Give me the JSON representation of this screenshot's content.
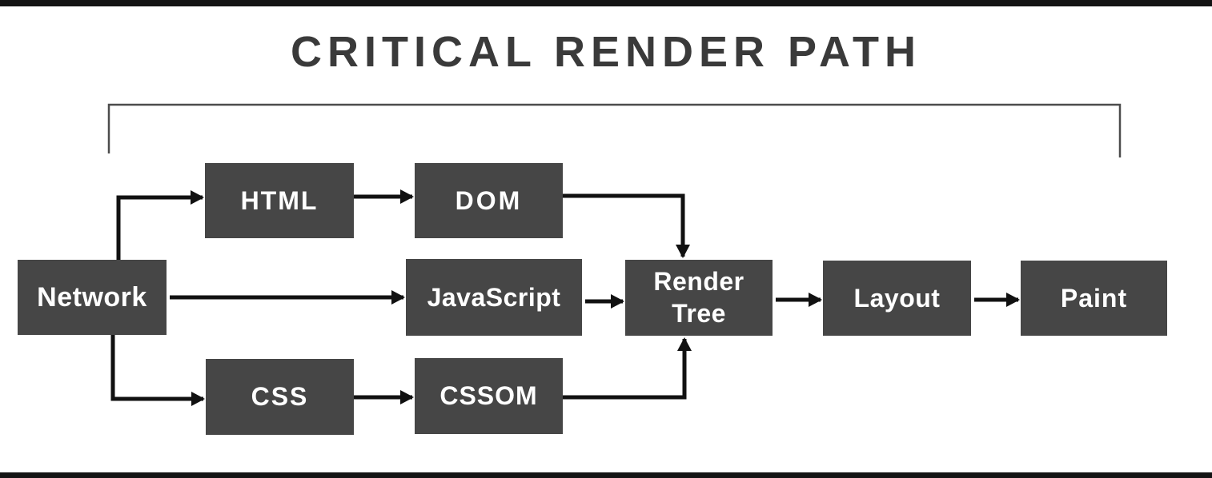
{
  "title": "CRITICAL RENDER PATH",
  "colors": {
    "background": "#ffffff",
    "bar": "#141414",
    "node_fill": "#464646",
    "node_text": "#ffffff",
    "arrow": "#111111",
    "title_text": "#3a3a3a",
    "bracket": "#4c4c4c"
  },
  "diagram": {
    "nodes": [
      {
        "id": "network",
        "label": "Network"
      },
      {
        "id": "html",
        "label": "HTML"
      },
      {
        "id": "dom",
        "label": "DOM"
      },
      {
        "id": "javascript",
        "label": "JavaScript"
      },
      {
        "id": "render-tree",
        "label": "Render Tree"
      },
      {
        "id": "layout",
        "label": "Layout"
      },
      {
        "id": "paint",
        "label": "Paint"
      },
      {
        "id": "css",
        "label": "CSS"
      },
      {
        "id": "cssom",
        "label": "CSSOM"
      }
    ],
    "edges": [
      {
        "from": "network",
        "to": "html"
      },
      {
        "from": "html",
        "to": "dom"
      },
      {
        "from": "dom",
        "to": "render-tree"
      },
      {
        "from": "network",
        "to": "javascript"
      },
      {
        "from": "javascript",
        "to": "render-tree"
      },
      {
        "from": "network",
        "to": "css"
      },
      {
        "from": "css",
        "to": "cssom"
      },
      {
        "from": "cssom",
        "to": "render-tree"
      },
      {
        "from": "render-tree",
        "to": "layout"
      },
      {
        "from": "layout",
        "to": "paint"
      }
    ]
  }
}
